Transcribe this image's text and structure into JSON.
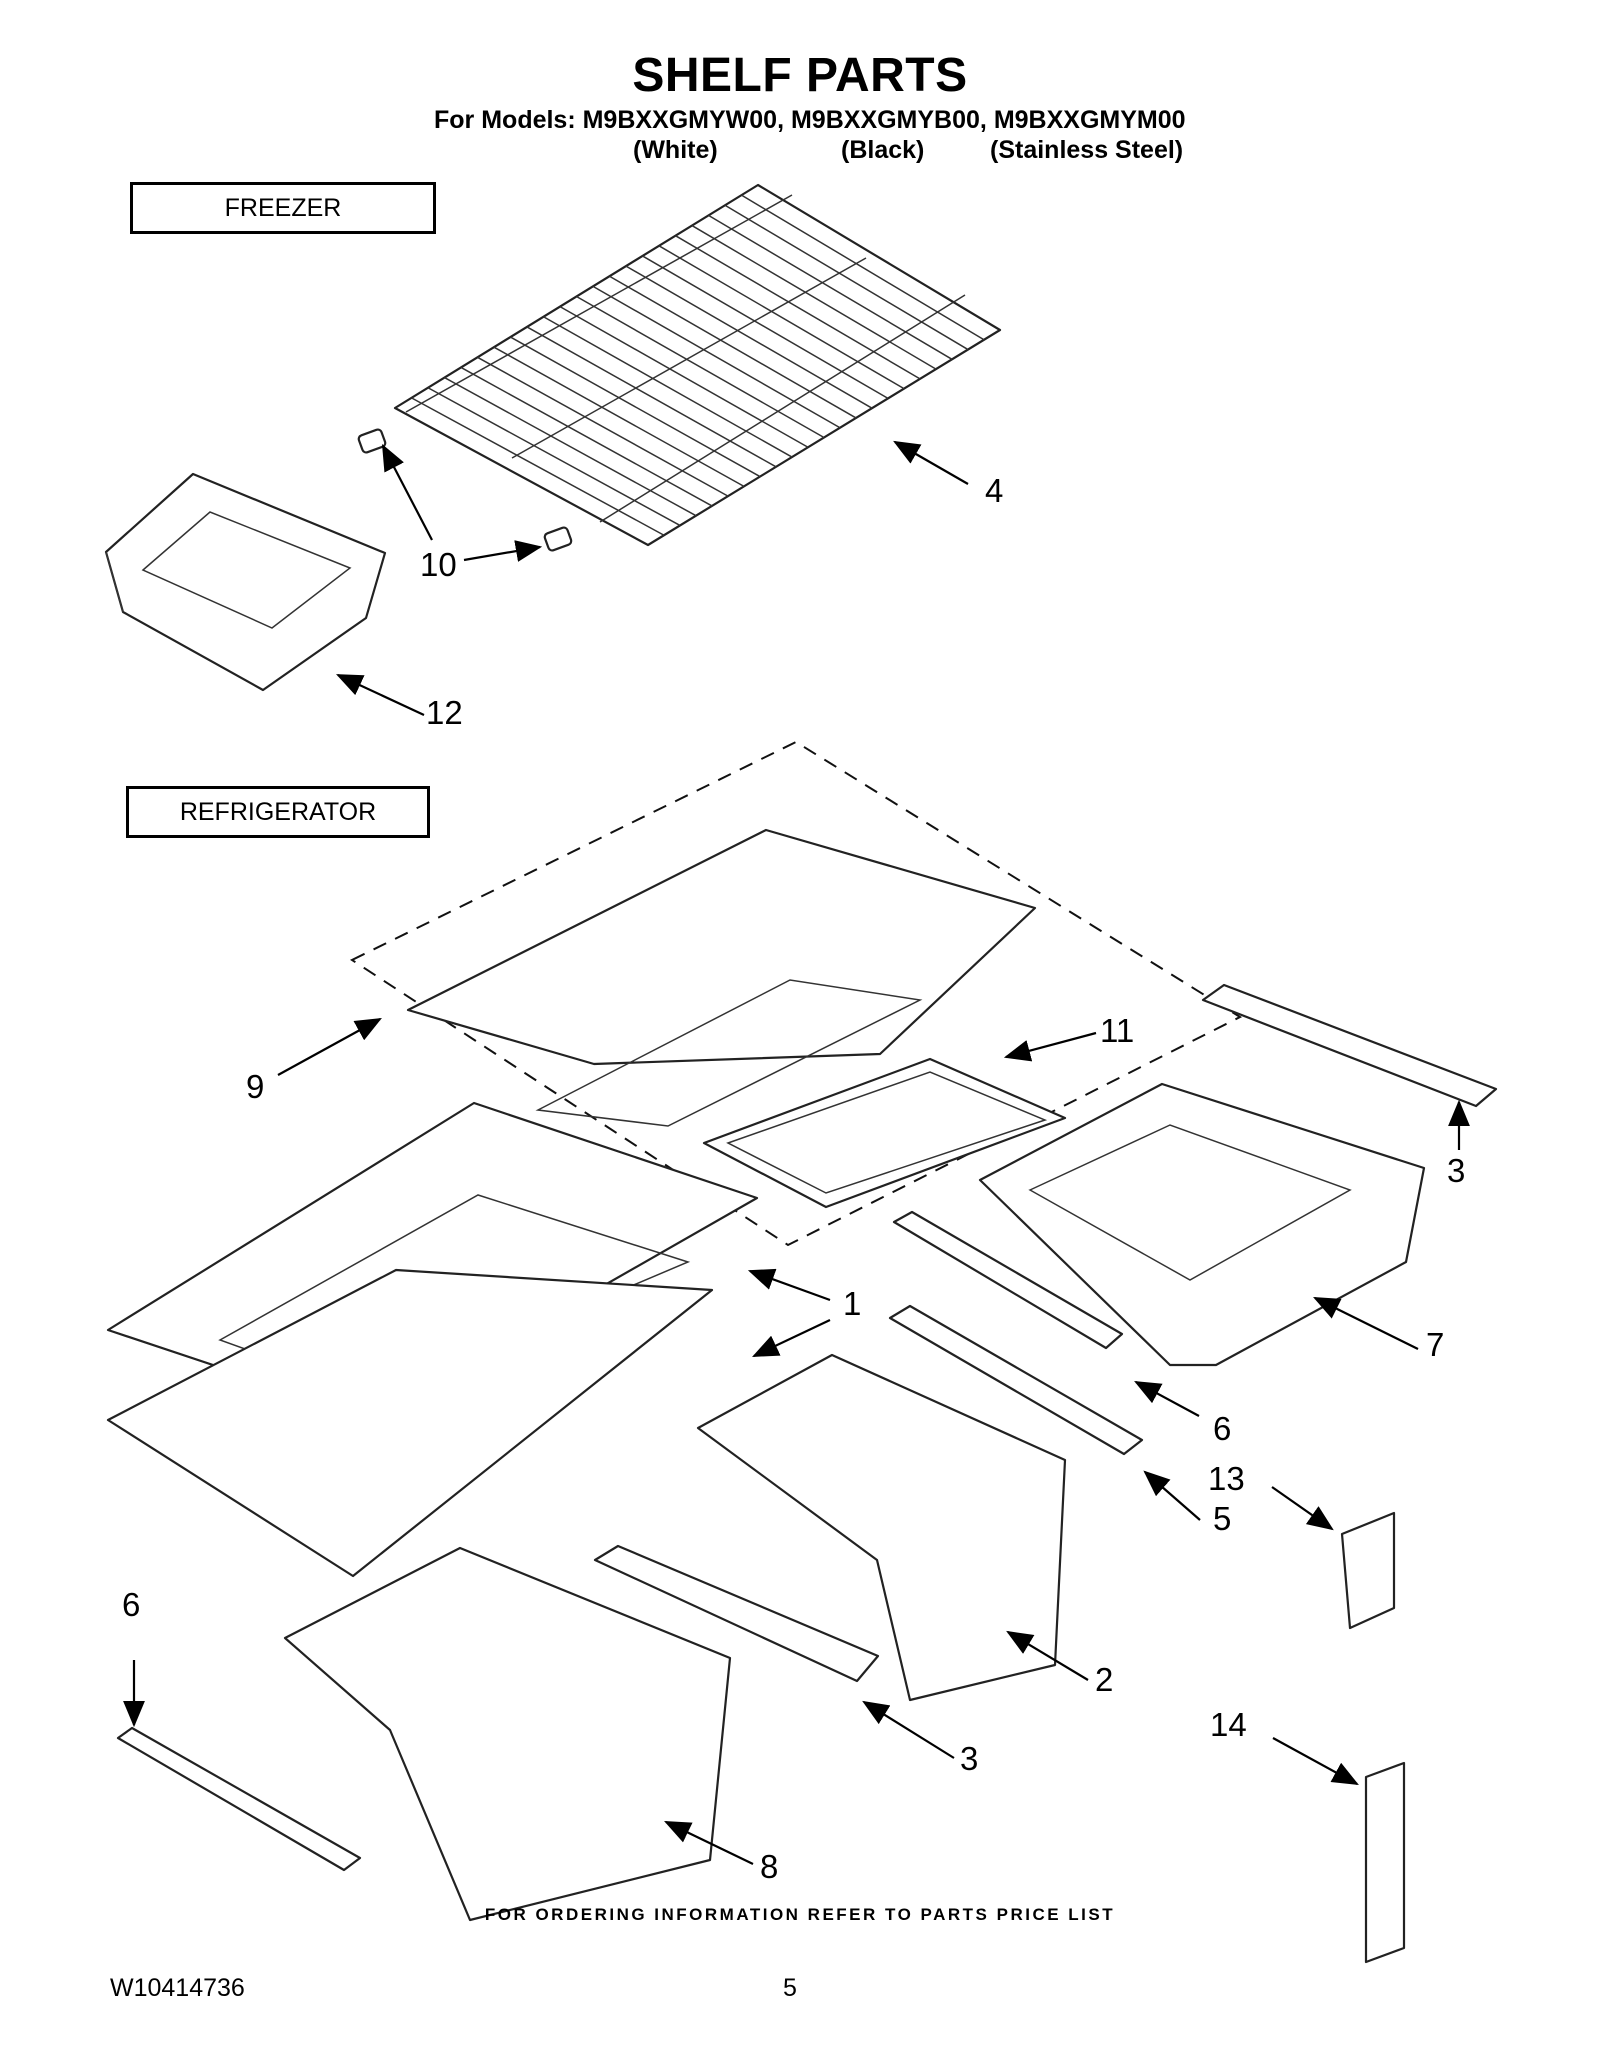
{
  "header": {
    "title": "SHELF PARTS",
    "models_line": "For Models: M9BXXGMYW00, M9BXXGMYB00, M9BXXGMYM00",
    "colors": [
      "(White)",
      "(Black)",
      "(Stainless Steel)"
    ]
  },
  "sections": {
    "freezer": "FREEZER",
    "refrigerator": "REFRIGERATOR"
  },
  "callouts": {
    "c4": "4",
    "c10": "10",
    "c12": "12",
    "c11": "11",
    "c9": "9",
    "c3_top": "3",
    "c1": "1",
    "c7": "7",
    "c6_right": "6",
    "c13": "13",
    "c5": "5",
    "c6_left": "6",
    "c2": "2",
    "c3_bottom": "3",
    "c14": "14",
    "c8": "8"
  },
  "footer": {
    "note": "FOR ORDERING INFORMATION REFER TO PARTS PRICE LIST",
    "doc_number": "W10414736",
    "page_number": "5"
  }
}
